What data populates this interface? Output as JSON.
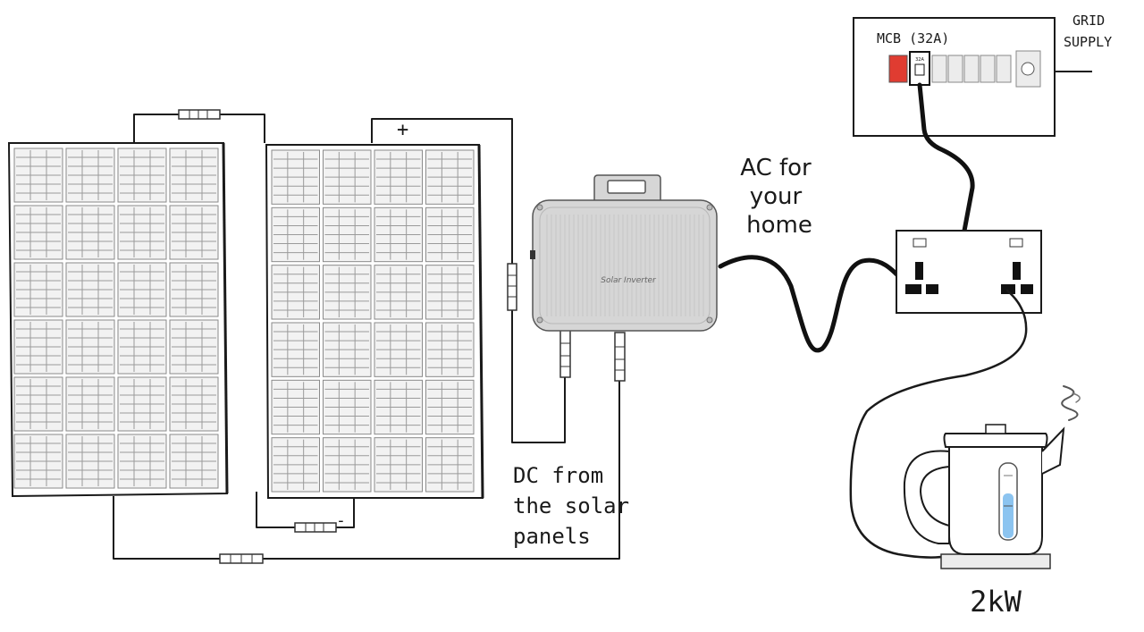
{
  "labels": {
    "ac": [
      "AC for",
      "your",
      "home"
    ],
    "dc": [
      "DC from",
      "the solar",
      "panels"
    ],
    "inverter": "Solar Inverter",
    "mcb": "MCB (32A)",
    "mcb_switch": "32A",
    "grid": [
      "GRID",
      "SUPPLY"
    ],
    "power": "2kW",
    "plus": "+",
    "minus": "-"
  },
  "colors": {
    "breaker_red": "#e03c31",
    "water_blue": "#8cc4f0",
    "inverter_body": "#d6d6d6",
    "ink": "#1a1a1a"
  },
  "icons": {
    "steam": "steam-icon"
  }
}
